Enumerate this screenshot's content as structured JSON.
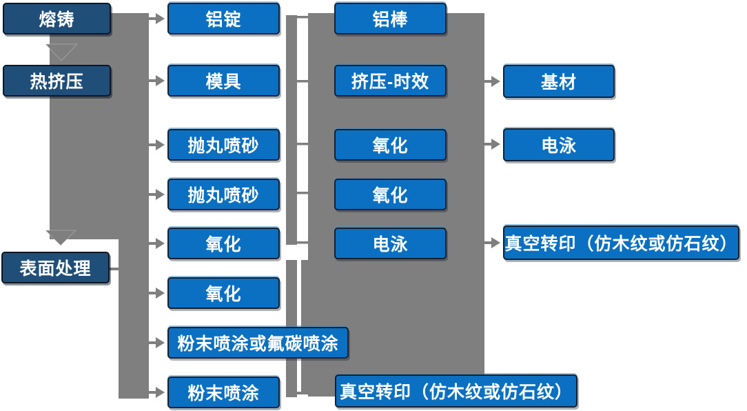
{
  "diagram": {
    "columns": [
      {
        "id": "process-stages",
        "nodes": [
          {
            "id": "melting-casting",
            "label": "熔铸"
          },
          {
            "id": "hot-extrusion",
            "label": "热挤压"
          },
          {
            "id": "surface-treatment",
            "label": "表面处理"
          }
        ]
      },
      {
        "id": "stage-details",
        "nodes": [
          {
            "id": "aluminum-ingot",
            "label": "铝锭"
          },
          {
            "id": "mold",
            "label": "模具"
          },
          {
            "id": "shot-blasting-1",
            "label": "抛丸喷砂"
          },
          {
            "id": "shot-blasting-2",
            "label": "抛丸喷砂"
          },
          {
            "id": "oxidation-1",
            "label": "氧化"
          },
          {
            "id": "oxidation-2",
            "label": "氧化"
          },
          {
            "id": "powder-or-fluorocarbon-coating",
            "label": "粉末喷涂或氟碳喷涂"
          },
          {
            "id": "powder-coating",
            "label": "粉末喷涂"
          }
        ]
      },
      {
        "id": "intermediate-steps",
        "nodes": [
          {
            "id": "aluminum-rod",
            "label": "铝棒"
          },
          {
            "id": "extrusion-aging",
            "label": "挤压-时效"
          },
          {
            "id": "oxidation-3",
            "label": "氧化"
          },
          {
            "id": "oxidation-4",
            "label": "氧化"
          },
          {
            "id": "electrophoresis-1",
            "label": "电泳"
          },
          {
            "id": "vacuum-transfer-print-1",
            "label": "真空转印（仿木纹或仿石纹）"
          }
        ]
      },
      {
        "id": "final-products",
        "nodes": [
          {
            "id": "base-material",
            "label": "基材"
          },
          {
            "id": "electrophoresis-2",
            "label": "电泳"
          },
          {
            "id": "vacuum-transfer-print-2",
            "label": "真空转印（仿木纹或仿石纹）"
          }
        ]
      }
    ]
  },
  "colors": {
    "node_fill": "#0b70c2",
    "stage_fill": "#1f4e79",
    "connector_gray": "#7f7f7f",
    "node_border": "#16202e",
    "text": "#ffffff"
  }
}
